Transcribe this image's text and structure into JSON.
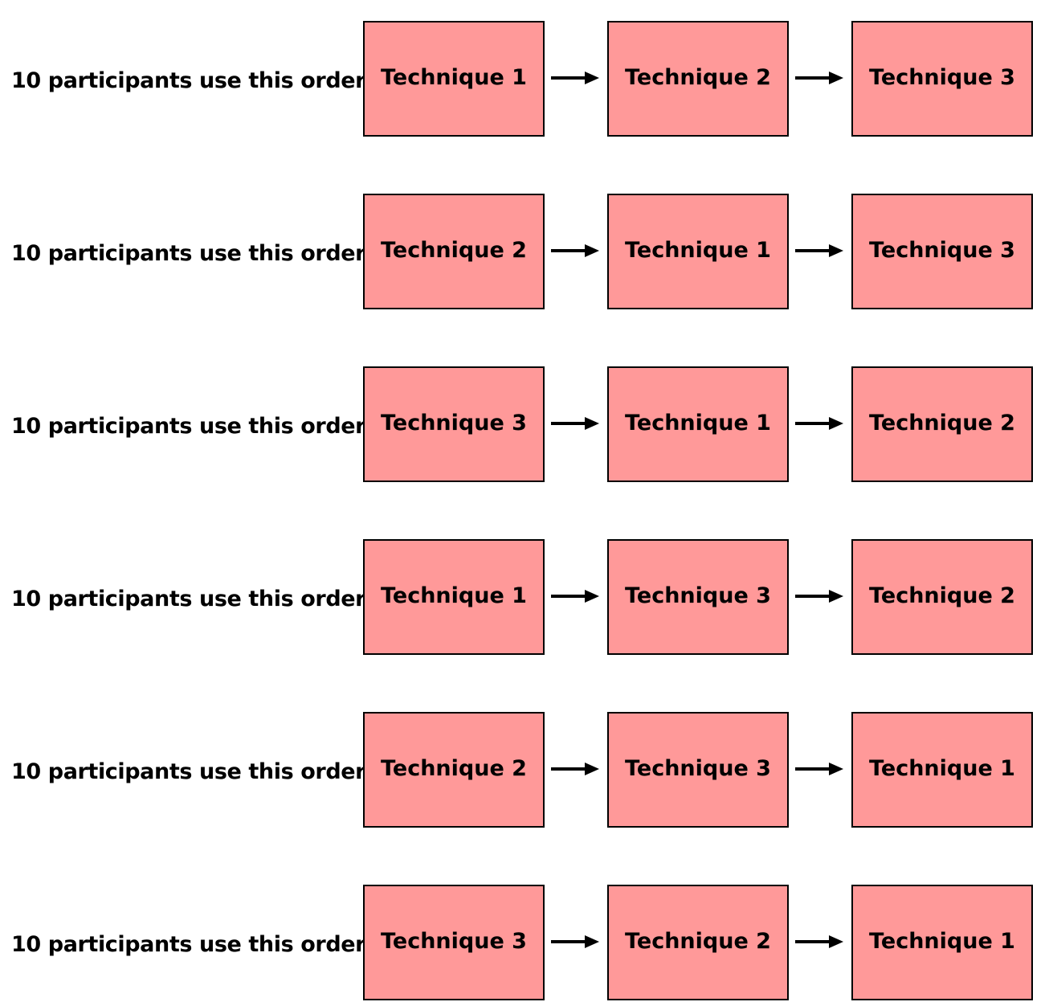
{
  "rows": [
    {
      "label": "10 participants use this order",
      "steps": [
        "Technique 1",
        "Technique 2",
        "Technique 3"
      ]
    },
    {
      "label": "10 participants use this order",
      "steps": [
        "Technique 2",
        "Technique 1",
        "Technique 3"
      ]
    },
    {
      "label": "10 participants use this order",
      "steps": [
        "Technique 3",
        "Technique 1",
        "Technique 2"
      ]
    },
    {
      "label": "10 participants use this order",
      "steps": [
        "Technique 1",
        "Technique 3",
        "Technique 2"
      ]
    },
    {
      "label": "10 participants use this order",
      "steps": [
        "Technique 2",
        "Technique 3",
        "Technique 1"
      ]
    },
    {
      "label": "10 participants use this order",
      "steps": [
        "Technique 3",
        "Technique 2",
        "Technique 1"
      ]
    }
  ],
  "colors": {
    "box_fill": "#ff9999",
    "box_border": "#000000",
    "arrow": "#000000",
    "text": "#000000"
  },
  "icons": {
    "connector": "right-arrow-icon"
  }
}
